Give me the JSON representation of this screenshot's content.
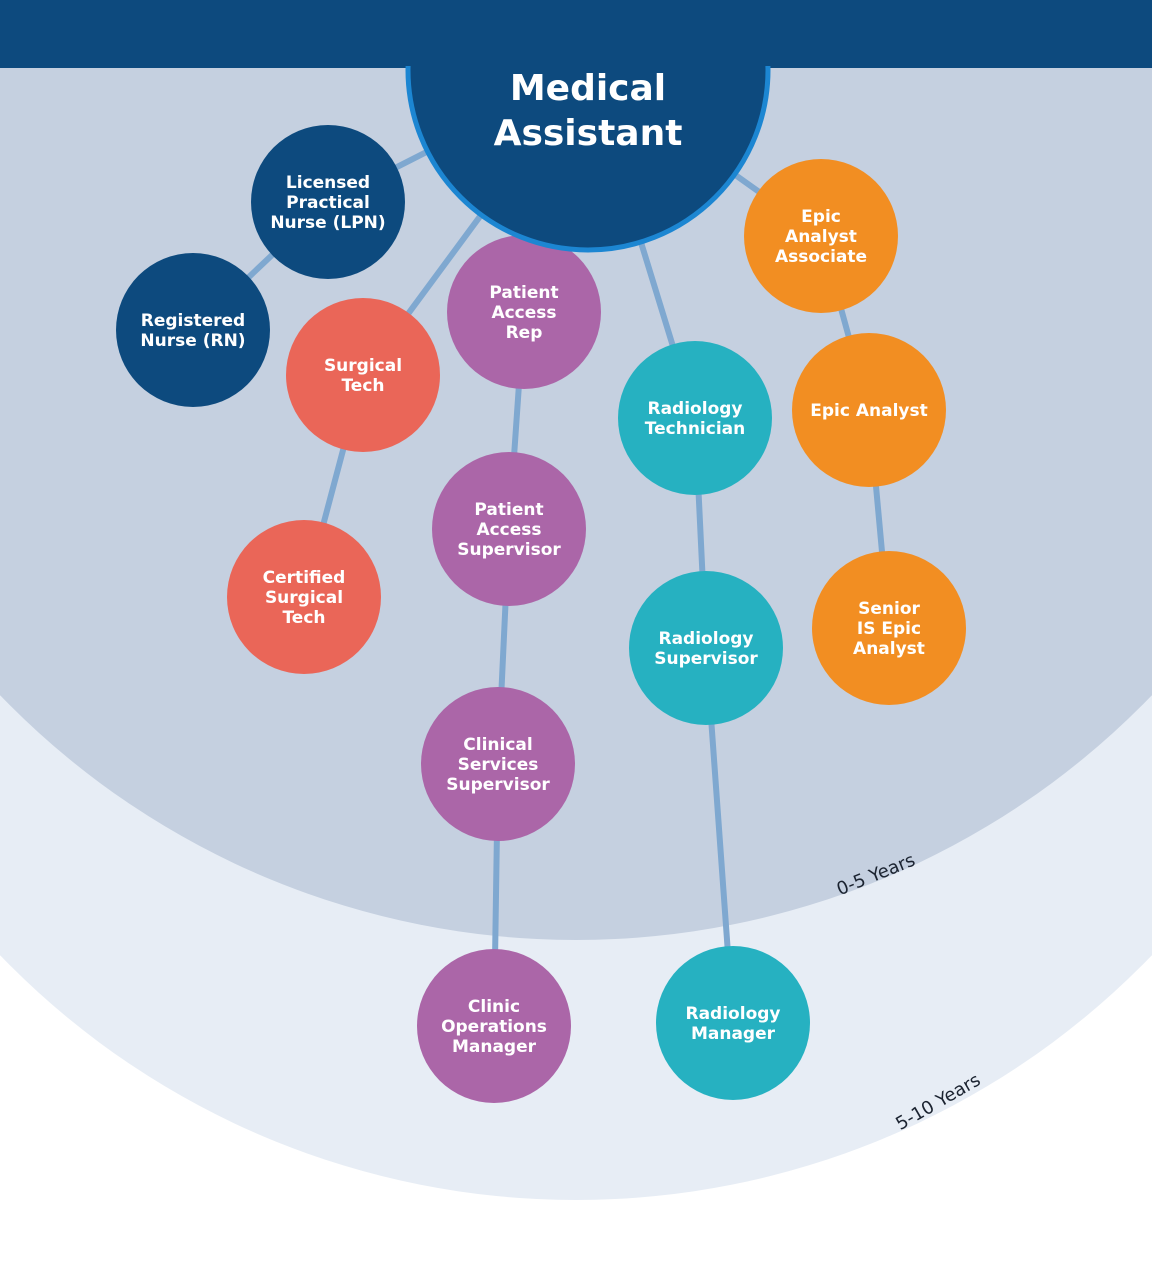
{
  "colors": {
    "banner": "#0d4a7e",
    "outer_ring": "#e7edf5",
    "inner_ring": "#c5d0e0",
    "edge": "#7fa8d0",
    "root": "#0d4a7e",
    "root_stroke": "#1c86d2",
    "nursing": "#0d4a7e",
    "surgical": "#ea6658",
    "patient_access": "#ab66a8",
    "radiology": "#26b1c1",
    "epic": "#f28e22"
  },
  "root": {
    "lines": [
      "Medical",
      "Assistant"
    ]
  },
  "rings": {
    "inner": "0-5 Years",
    "outer": "5-10 Years"
  },
  "nodes": [
    {
      "id": "lpn",
      "lines": [
        "Licensed",
        "Practical",
        "Nurse (LPN)"
      ],
      "color": "nursing"
    },
    {
      "id": "rn",
      "lines": [
        "Registered",
        "Nurse (RN)"
      ],
      "color": "nursing"
    },
    {
      "id": "surgical-tech",
      "lines": [
        "Surgical",
        "Tech"
      ],
      "color": "surgical"
    },
    {
      "id": "certified-surgical-tech",
      "lines": [
        "Certified",
        "Surgical",
        "Tech"
      ],
      "color": "surgical"
    },
    {
      "id": "patient-access-rep",
      "lines": [
        "Patient",
        "Access",
        "Rep"
      ],
      "color": "patient_access"
    },
    {
      "id": "patient-access-supervisor",
      "lines": [
        "Patient",
        "Access",
        "Supervisor"
      ],
      "color": "patient_access"
    },
    {
      "id": "clinical-services-supervisor",
      "lines": [
        "Clinical",
        "Services",
        "Supervisor"
      ],
      "color": "patient_access"
    },
    {
      "id": "clinic-operations-manager",
      "lines": [
        "Clinic",
        "Operations",
        "Manager"
      ],
      "color": "patient_access"
    },
    {
      "id": "radiology-technician",
      "lines": [
        "Radiology",
        "Technician"
      ],
      "color": "radiology"
    },
    {
      "id": "radiology-supervisor",
      "lines": [
        "Radiology",
        "Supervisor"
      ],
      "color": "radiology"
    },
    {
      "id": "radiology-manager",
      "lines": [
        "Radiology",
        "Manager"
      ],
      "color": "radiology"
    },
    {
      "id": "epic-analyst-associate",
      "lines": [
        "Epic",
        "Analyst",
        "Associate"
      ],
      "color": "epic"
    },
    {
      "id": "epic-analyst",
      "lines": [
        "Epic Analyst"
      ],
      "color": "epic"
    },
    {
      "id": "senior-is-epic-analyst",
      "lines": [
        "Senior",
        "IS Epic",
        "Analyst"
      ],
      "color": "epic"
    }
  ],
  "edges": [
    [
      "root",
      "lpn"
    ],
    [
      "lpn",
      "rn"
    ],
    [
      "root",
      "surgical-tech"
    ],
    [
      "surgical-tech",
      "certified-surgical-tech"
    ],
    [
      "root",
      "patient-access-rep"
    ],
    [
      "patient-access-rep",
      "patient-access-supervisor"
    ],
    [
      "patient-access-supervisor",
      "clinical-services-supervisor"
    ],
    [
      "clinical-services-supervisor",
      "clinic-operations-manager"
    ],
    [
      "root",
      "radiology-technician"
    ],
    [
      "radiology-technician",
      "radiology-supervisor"
    ],
    [
      "radiology-supervisor",
      "radiology-manager"
    ],
    [
      "root",
      "epic-analyst-associate"
    ],
    [
      "epic-analyst-associate",
      "epic-analyst"
    ],
    [
      "epic-analyst",
      "senior-is-epic-analyst"
    ]
  ]
}
